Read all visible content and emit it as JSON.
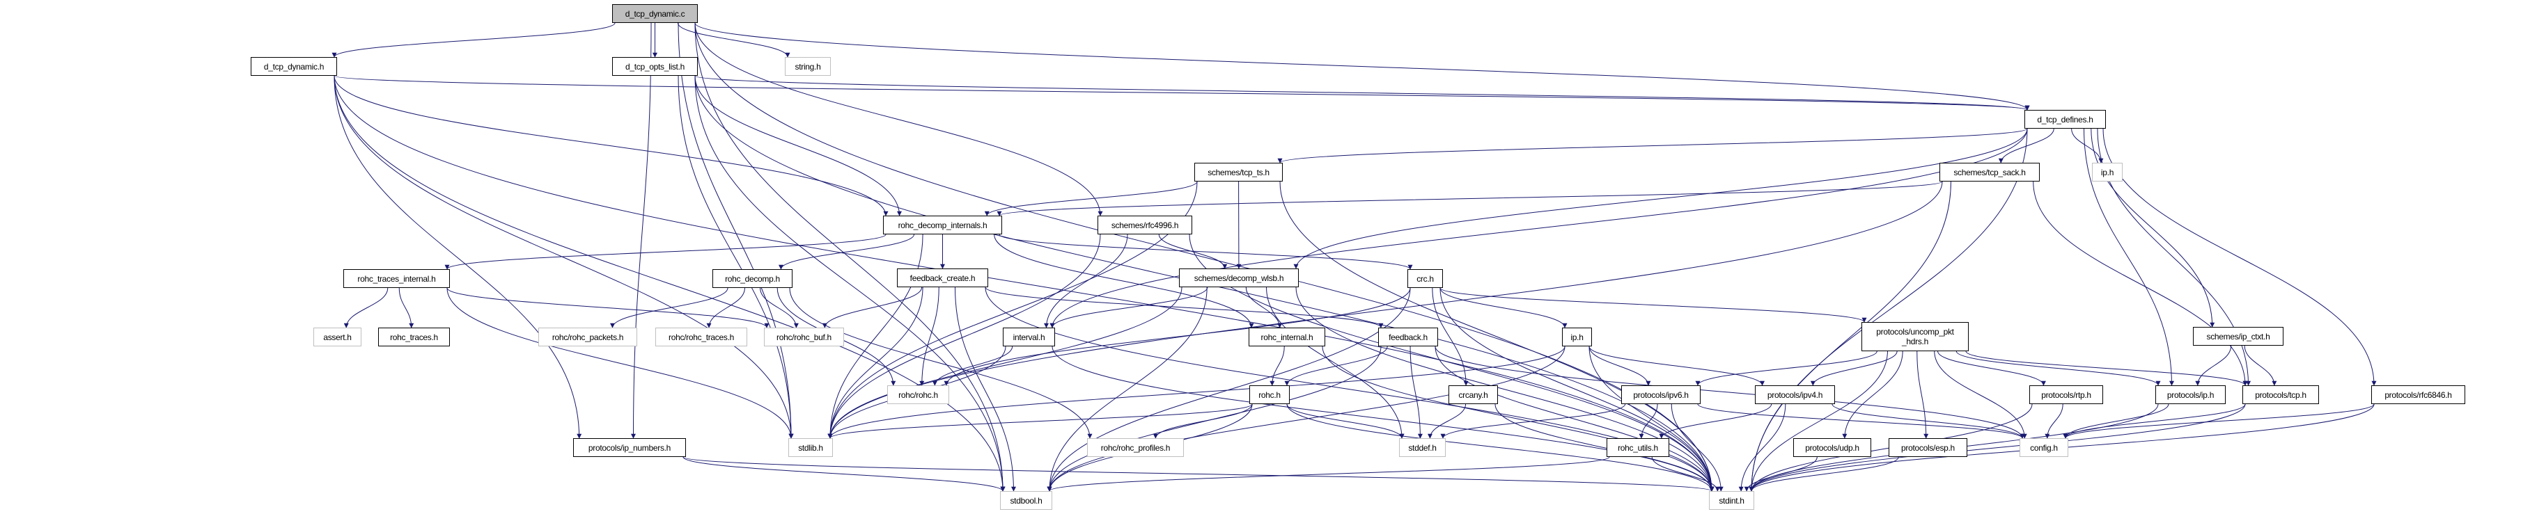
{
  "graph": {
    "title": "Include dependency graph for d_tcp_dynamic.c",
    "colors": {
      "edge": "#191970",
      "root_fill": "#bfbfbf",
      "node_border": "#000000",
      "external_border": "#bfbfbf"
    },
    "nodes": [
      {
        "id": "d_tcp_dynamic_c",
        "label": "d_tcp_dynamic.c",
        "kind": "root"
      },
      {
        "id": "d_tcp_dynamic_h",
        "label": "d_tcp_dynamic.h",
        "kind": "local"
      },
      {
        "id": "d_tcp_opts_list_h",
        "label": "d_tcp_opts_list.h",
        "kind": "local"
      },
      {
        "id": "string_h",
        "label": "string.h",
        "kind": "external"
      },
      {
        "id": "d_tcp_defines_h",
        "label": "d_tcp_defines.h",
        "kind": "local"
      },
      {
        "id": "schemes_tcp_ts_h",
        "label": "schemes/tcp_ts.h",
        "kind": "local"
      },
      {
        "id": "schemes_tcp_sack_h",
        "label": "schemes/tcp_sack.h",
        "kind": "local"
      },
      {
        "id": "ip_h_sys",
        "label": "ip.h",
        "kind": "external"
      },
      {
        "id": "rohc_decomp_internals_h",
        "label": "rohc_decomp_internals.h",
        "kind": "local"
      },
      {
        "id": "schemes_rfc4996_h",
        "label": "schemes/rfc4996.h",
        "kind": "local"
      },
      {
        "id": "rohc_traces_internal_h",
        "label": "rohc_traces_internal.h",
        "kind": "local"
      },
      {
        "id": "rohc_decomp_h",
        "label": "rohc_decomp.h",
        "kind": "local"
      },
      {
        "id": "feedback_create_h",
        "label": "feedback_create.h",
        "kind": "local"
      },
      {
        "id": "schemes_decomp_wlsb_h",
        "label": "schemes/decomp_wlsb.h",
        "kind": "local"
      },
      {
        "id": "crc_h",
        "label": "crc.h",
        "kind": "local"
      },
      {
        "id": "assert_h",
        "label": "assert.h",
        "kind": "external"
      },
      {
        "id": "rohc_traces_h",
        "label": "rohc_traces.h",
        "kind": "local"
      },
      {
        "id": "rohc_rohc_packets_h",
        "label": "rohc/rohc_packets.h",
        "kind": "external"
      },
      {
        "id": "rohc_rohc_traces_h",
        "label": "rohc/rohc_traces.h",
        "kind": "external"
      },
      {
        "id": "rohc_rohc_buf_h",
        "label": "rohc/rohc_buf.h",
        "kind": "external"
      },
      {
        "id": "interval_h",
        "label": "interval.h",
        "kind": "local"
      },
      {
        "id": "rohc_internal_h",
        "label": "rohc_internal.h",
        "kind": "local"
      },
      {
        "id": "feedback_h",
        "label": "feedback.h",
        "kind": "local"
      },
      {
        "id": "ip_h",
        "label": "ip.h",
        "kind": "local"
      },
      {
        "id": "protocols_uncomp_pkt_hdrs_h",
        "label": "protocols/uncomp_pkt\n_hdrs.h",
        "kind": "local"
      },
      {
        "id": "schemes_ip_ctxt_h",
        "label": "schemes/ip_ctxt.h",
        "kind": "local"
      },
      {
        "id": "rohc_rohc_h",
        "label": "rohc/rohc.h",
        "kind": "external"
      },
      {
        "id": "rohc_h",
        "label": "rohc.h",
        "kind": "local"
      },
      {
        "id": "crcany_h",
        "label": "crcany.h",
        "kind": "local"
      },
      {
        "id": "protocols_ipv6_h",
        "label": "protocols/ipv6.h",
        "kind": "local"
      },
      {
        "id": "protocols_ipv4_h",
        "label": "protocols/ipv4.h",
        "kind": "local"
      },
      {
        "id": "protocols_rtp_h",
        "label": "protocols/rtp.h",
        "kind": "local"
      },
      {
        "id": "protocols_ip_h",
        "label": "protocols/ip.h",
        "kind": "local"
      },
      {
        "id": "protocols_tcp_h",
        "label": "protocols/tcp.h",
        "kind": "local"
      },
      {
        "id": "protocols_rfc6846_h",
        "label": "protocols/rfc6846.h",
        "kind": "local"
      },
      {
        "id": "protocols_ip_numbers_h",
        "label": "protocols/ip_numbers.h",
        "kind": "local"
      },
      {
        "id": "stdlib_h",
        "label": "stdlib.h",
        "kind": "external"
      },
      {
        "id": "rohc_rohc_profiles_h",
        "label": "rohc/rohc_profiles.h",
        "kind": "external"
      },
      {
        "id": "stddef_h",
        "label": "stddef.h",
        "kind": "external"
      },
      {
        "id": "rohc_utils_h",
        "label": "rohc_utils.h",
        "kind": "local"
      },
      {
        "id": "protocols_udp_h",
        "label": "protocols/udp.h",
        "kind": "local"
      },
      {
        "id": "protocols_esp_h",
        "label": "protocols/esp.h",
        "kind": "local"
      },
      {
        "id": "config_h",
        "label": "config.h",
        "kind": "external"
      },
      {
        "id": "stdbool_h",
        "label": "stdbool.h",
        "kind": "external"
      },
      {
        "id": "stdint_h",
        "label": "stdint.h",
        "kind": "external"
      }
    ],
    "edges": [
      [
        "d_tcp_dynamic_c",
        "d_tcp_dynamic_h"
      ],
      [
        "d_tcp_dynamic_c",
        "d_tcp_opts_list_h"
      ],
      [
        "d_tcp_dynamic_c",
        "string_h"
      ],
      [
        "d_tcp_dynamic_c",
        "d_tcp_defines_h"
      ],
      [
        "d_tcp_dynamic_c",
        "schemes_rfc4996_h"
      ],
      [
        "d_tcp_dynamic_c",
        "stdint_h"
      ],
      [
        "d_tcp_dynamic_c",
        "stdbool_h"
      ],
      [
        "d_tcp_dynamic_c",
        "protocols_ip_numbers_h"
      ],
      [
        "d_tcp_dynamic_c",
        "stdlib_h"
      ],
      [
        "d_tcp_dynamic_h",
        "d_tcp_defines_h"
      ],
      [
        "d_tcp_dynamic_h",
        "rohc_decomp_internals_h"
      ],
      [
        "d_tcp_dynamic_h",
        "stdbool_h"
      ],
      [
        "d_tcp_dynamic_h",
        "stdint_h"
      ],
      [
        "d_tcp_dynamic_h",
        "stdlib_h"
      ],
      [
        "d_tcp_dynamic_h",
        "protocols_ip_numbers_h"
      ],
      [
        "d_tcp_opts_list_h",
        "d_tcp_defines_h"
      ],
      [
        "d_tcp_opts_list_h",
        "rohc_decomp_internals_h"
      ],
      [
        "d_tcp_opts_list_h",
        "stdbool_h"
      ],
      [
        "d_tcp_opts_list_h",
        "stdint_h"
      ],
      [
        "d_tcp_opts_list_h",
        "stdlib_h"
      ],
      [
        "d_tcp_defines_h",
        "schemes_tcp_ts_h"
      ],
      [
        "d_tcp_defines_h",
        "schemes_tcp_sack_h"
      ],
      [
        "d_tcp_defines_h",
        "ip_h_sys"
      ],
      [
        "d_tcp_defines_h",
        "schemes_decomp_wlsb_h"
      ],
      [
        "d_tcp_defines_h",
        "interval_h"
      ],
      [
        "d_tcp_defines_h",
        "schemes_ip_ctxt_h"
      ],
      [
        "d_tcp_defines_h",
        "protocols_ip_h"
      ],
      [
        "d_tcp_defines_h",
        "protocols_tcp_h"
      ],
      [
        "d_tcp_defines_h",
        "protocols_rfc6846_h"
      ],
      [
        "d_tcp_defines_h",
        "stdint_h"
      ],
      [
        "schemes_tcp_ts_h",
        "rohc_decomp_internals_h"
      ],
      [
        "schemes_tcp_ts_h",
        "schemes_decomp_wlsb_h"
      ],
      [
        "schemes_tcp_ts_h",
        "stdint_h"
      ],
      [
        "schemes_tcp_ts_h",
        "stdlib_h"
      ],
      [
        "schemes_tcp_sack_h",
        "rohc_decomp_internals_h"
      ],
      [
        "schemes_tcp_sack_h",
        "protocols_tcp_h"
      ],
      [
        "schemes_tcp_sack_h",
        "stdint_h"
      ],
      [
        "schemes_tcp_sack_h",
        "stdlib_h"
      ],
      [
        "rohc_decomp_internals_h",
        "rohc_traces_internal_h"
      ],
      [
        "rohc_decomp_internals_h",
        "rohc_decomp_h"
      ],
      [
        "rohc_decomp_internals_h",
        "feedback_create_h"
      ],
      [
        "rohc_decomp_internals_h",
        "crc_h"
      ],
      [
        "rohc_decomp_internals_h",
        "rohc_internal_h"
      ],
      [
        "rohc_decomp_internals_h",
        "stdlib_h"
      ],
      [
        "schemes_rfc4996_h",
        "schemes_decomp_wlsb_h"
      ],
      [
        "schemes_rfc4996_h",
        "interval_h"
      ],
      [
        "schemes_rfc4996_h",
        "stdint_h"
      ],
      [
        "schemes_rfc4996_h",
        "stdlib_h"
      ],
      [
        "rohc_traces_internal_h",
        "assert_h"
      ],
      [
        "rohc_traces_internal_h",
        "rohc_traces_h"
      ],
      [
        "rohc_traces_internal_h",
        "rohc_rohc_buf_h"
      ],
      [
        "rohc_traces_internal_h",
        "stdlib_h"
      ],
      [
        "rohc_decomp_h",
        "rohc_rohc_packets_h"
      ],
      [
        "rohc_decomp_h",
        "rohc_rohc_traces_h"
      ],
      [
        "rohc_decomp_h",
        "rohc_rohc_buf_h"
      ],
      [
        "rohc_decomp_h",
        "rohc_rohc_h"
      ],
      [
        "rohc_decomp_h",
        "rohc_rohc_profiles_h"
      ],
      [
        "feedback_create_h",
        "rohc_rohc_buf_h"
      ],
      [
        "feedback_create_h",
        "rohc_rohc_h"
      ],
      [
        "feedback_create_h",
        "feedback_h"
      ],
      [
        "feedback_create_h",
        "stdlib_h"
      ],
      [
        "feedback_create_h",
        "stdbool_h"
      ],
      [
        "feedback_create_h",
        "stdint_h"
      ],
      [
        "schemes_decomp_wlsb_h",
        "interval_h"
      ],
      [
        "schemes_decomp_wlsb_h",
        "rohc_internal_h"
      ],
      [
        "schemes_decomp_wlsb_h",
        "stdint_h"
      ],
      [
        "schemes_decomp_wlsb_h",
        "stdlib_h"
      ],
      [
        "schemes_decomp_wlsb_h",
        "stdbool_h"
      ],
      [
        "schemes_decomp_wlsb_h",
        "stddef_h"
      ],
      [
        "crc_h",
        "ip_h"
      ],
      [
        "crc_h",
        "crcany_h"
      ],
      [
        "crc_h",
        "protocols_uncomp_pkt_hdrs_h"
      ],
      [
        "crc_h",
        "rohc_rohc_h"
      ],
      [
        "crc_h",
        "stdint_h"
      ],
      [
        "crc_h",
        "stdbool_h"
      ],
      [
        "interval_h",
        "rohc_rohc_h"
      ],
      [
        "interval_h",
        "stdlib_h"
      ],
      [
        "interval_h",
        "stdint_h"
      ],
      [
        "rohc_internal_h",
        "rohc_h"
      ],
      [
        "rohc_internal_h",
        "stdint_h"
      ],
      [
        "feedback_h",
        "rohc_h"
      ],
      [
        "feedback_h",
        "stddef_h"
      ],
      [
        "feedback_h",
        "stdbool_h"
      ],
      [
        "feedback_h",
        "stdint_h"
      ],
      [
        "feedback_h",
        "config_h"
      ],
      [
        "ip_h",
        "protocols_ipv6_h"
      ],
      [
        "ip_h",
        "protocols_ipv4_h"
      ],
      [
        "ip_h",
        "stdint_h"
      ],
      [
        "ip_h",
        "stdbool_h"
      ],
      [
        "ip_h",
        "stdlib_h"
      ],
      [
        "protocols_uncomp_pkt_hdrs_h",
        "protocols_ipv6_h"
      ],
      [
        "protocols_uncomp_pkt_hdrs_h",
        "protocols_ipv4_h"
      ],
      [
        "protocols_uncomp_pkt_hdrs_h",
        "protocols_udp_h"
      ],
      [
        "protocols_uncomp_pkt_hdrs_h",
        "protocols_esp_h"
      ],
      [
        "protocols_uncomp_pkt_hdrs_h",
        "protocols_rtp_h"
      ],
      [
        "protocols_uncomp_pkt_hdrs_h",
        "protocols_ip_h"
      ],
      [
        "protocols_uncomp_pkt_hdrs_h",
        "protocols_tcp_h"
      ],
      [
        "protocols_uncomp_pkt_hdrs_h",
        "config_h"
      ],
      [
        "protocols_uncomp_pkt_hdrs_h",
        "stdint_h"
      ],
      [
        "schemes_ip_ctxt_h",
        "protocols_ip_h"
      ],
      [
        "schemes_ip_ctxt_h",
        "protocols_tcp_h"
      ],
      [
        "rohc_h",
        "rohc_rohc_profiles_h"
      ],
      [
        "rohc_h",
        "stdlib_h"
      ],
      [
        "rohc_h",
        "stddef_h"
      ],
      [
        "rohc_h",
        "stdbool_h"
      ],
      [
        "rohc_h",
        "stdint_h"
      ],
      [
        "crcany_h",
        "stddef_h"
      ],
      [
        "crcany_h",
        "stdint_h"
      ],
      [
        "protocols_ipv6_h",
        "rohc_utils_h"
      ],
      [
        "protocols_ipv6_h",
        "config_h"
      ],
      [
        "protocols_ipv6_h",
        "stdint_h"
      ],
      [
        "protocols_ipv6_h",
        "stddef_h"
      ],
      [
        "protocols_ipv4_h",
        "rohc_utils_h"
      ],
      [
        "protocols_ipv4_h",
        "config_h"
      ],
      [
        "protocols_ipv4_h",
        "stdint_h"
      ],
      [
        "protocols_rtp_h",
        "config_h"
      ],
      [
        "protocols_rtp_h",
        "stdint_h"
      ],
      [
        "protocols_ip_h",
        "config_h"
      ],
      [
        "protocols_ip_h",
        "stdint_h"
      ],
      [
        "protocols_tcp_h",
        "config_h"
      ],
      [
        "protocols_tcp_h",
        "stdint_h"
      ],
      [
        "protocols_rfc6846_h",
        "config_h"
      ],
      [
        "protocols_rfc6846_h",
        "stdint_h"
      ],
      [
        "protocols_ip_numbers_h",
        "stdbool_h"
      ],
      [
        "protocols_ip_numbers_h",
        "stdint_h"
      ],
      [
        "rohc_utils_h",
        "stdbool_h"
      ],
      [
        "rohc_utils_h",
        "stdint_h"
      ],
      [
        "protocols_udp_h",
        "stdint_h"
      ],
      [
        "protocols_esp_h",
        "stdint_h"
      ]
    ]
  }
}
